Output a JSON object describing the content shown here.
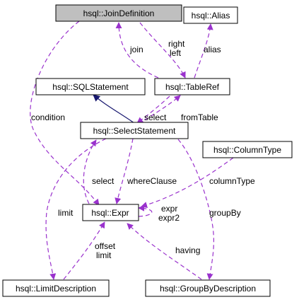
{
  "colors": {
    "dashed_edge": "#9a32cd",
    "solid_edge": "#191970",
    "highlight_fill": "#bfbfbf",
    "node_border": "#000000"
  },
  "nodes": {
    "join_definition": "hsql::JoinDefinition",
    "alias": "hsql::Alias",
    "sql_statement": "hsql::SQLStatement",
    "table_ref": "hsql::TableRef",
    "select_statement": "hsql::SelectStatement",
    "column_type": "hsql::ColumnType",
    "expr": "hsql::Expr",
    "limit_description": "hsql::LimitDescription",
    "group_by_description": "hsql::GroupByDescription"
  },
  "edge_labels": {
    "join": "join",
    "right": "right",
    "left": "left",
    "alias": "alias",
    "condition": "condition",
    "select_tableref": "select",
    "from_table": "fromTable",
    "select_expr": "select",
    "where_clause": "whereClause",
    "column_type": "columnType",
    "limit": "limit",
    "expr": "expr",
    "expr2": "expr2",
    "group_by": "groupBy",
    "offset": "offset",
    "limit_expr": "limit",
    "having": "having"
  }
}
